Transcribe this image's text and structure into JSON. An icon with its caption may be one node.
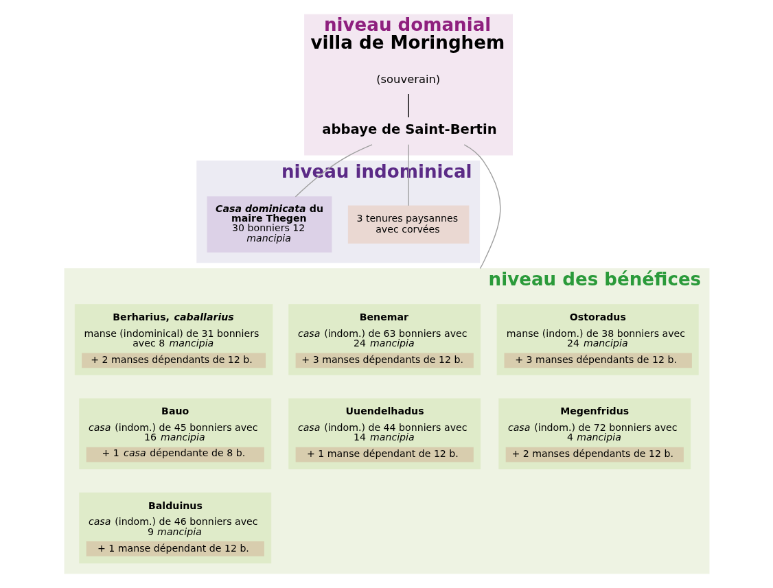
{
  "diagram": {
    "nodes": [
      {
        "text": [
          "niveau domanial",
          "villa de Moringhem"
        ]
      },
      {
        "text": [
          "(souverain)"
        ],
        "in": 0
      },
      {
        "text": [
          "abbaye de Saint-Bertin"
        ],
        "in": 0
      },
      {
        "text": [
          "niveau indominical"
        ]
      },
      {
        "text": [
          "*Casa dominicata* du maire Thegen",
          "30 bonniers 12 *mancipia*"
        ],
        "in": 3
      },
      {
        "text": [
          "3 tenures paysannes avec corvées"
        ],
        "in": 3
      },
      {
        "text": [
          "niveau des bénéfices"
        ]
      },
      {
        "text": [
          "Berharius, *caballarius*",
          "manse (indominical) de 31 bonniers avec 8 *mancipia*",
          "+ 2 manses dépendants de 12 b."
        ],
        "in": 6
      },
      {
        "text": [
          "Benemar",
          "*casa* (indom.) de 63 bonniers avec 24 *mancipia*",
          "+ 3 manses dépendants de 12 b."
        ],
        "in": 6
      },
      {
        "text": [
          "Ostoradus",
          "manse (indom.) de 38 bonniers avec 24 *mancipia*",
          "+ 3 manses dépendants de 12 b."
        ],
        "in": 6
      },
      {
        "text": [
          "Bauo",
          "*casa* (indom.) de 45 bonniers avec 16 *mancipia*",
          "+ 1 *casa* dépendante de 8 b."
        ],
        "in": 6
      },
      {
        "text": [
          "Uuendelhadus",
          "*casa* (indom.) de 44 bonniers avec 14 *mancipia*",
          "+ 1 manse dépendant de 12 b."
        ],
        "in": 6
      },
      {
        "text": [
          "Megenfridus",
          "*casa* (indom.) de 72 bonniers avec 4 *mancipia*",
          "+ 2 manses dépendants de 12 b."
        ],
        "in": 6
      },
      {
        "text": [
          "Balduinus",
          "*casa* (indom.) de 46 bonniers avec 9 *mancipia*",
          "+ 1 manse dépendant de 12 b."
        ],
        "in": 6
      }
    ],
    "edges": [
      {
        "from": 1,
        "to": 2,
        "arrow": "none",
        "color": "#000000"
      },
      {
        "from": 2,
        "to": 4,
        "arrow": "none"
      },
      {
        "from": 2,
        "to": 6,
        "arrow": "none"
      },
      {
        "from": 2,
        "to": 5,
        "arrow": "none"
      }
    ]
  }
}
